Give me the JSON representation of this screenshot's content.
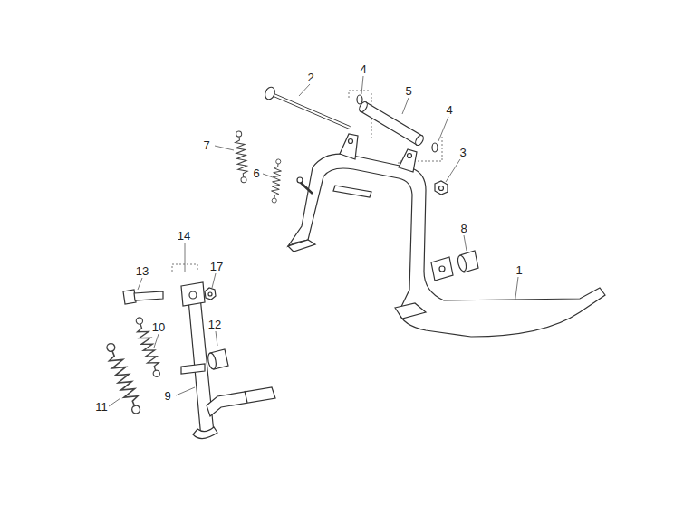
{
  "diagram": {
    "labels": [
      "2",
      "4",
      "5",
      "4",
      "7",
      "3",
      "6",
      "8",
      "14",
      "13",
      "17",
      "1",
      "12",
      "10",
      "11",
      "9"
    ]
  }
}
